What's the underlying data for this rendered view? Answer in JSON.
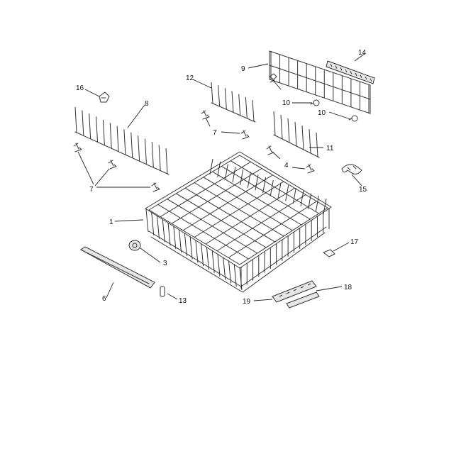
{
  "diagram": {
    "callouts": [
      {
        "id": "c1",
        "text": "1"
      },
      {
        "id": "c3",
        "text": "3"
      },
      {
        "id": "c4",
        "text": "4"
      },
      {
        "id": "c6",
        "text": "6"
      },
      {
        "id": "c7a",
        "text": "7"
      },
      {
        "id": "c7b",
        "text": "7"
      },
      {
        "id": "c8",
        "text": "8"
      },
      {
        "id": "c9",
        "text": "9"
      },
      {
        "id": "c10a",
        "text": "10"
      },
      {
        "id": "c10b",
        "text": "10"
      },
      {
        "id": "c11",
        "text": "11"
      },
      {
        "id": "c12",
        "text": "12"
      },
      {
        "id": "c13",
        "text": "13"
      },
      {
        "id": "c14",
        "text": "14"
      },
      {
        "id": "c15",
        "text": "15"
      },
      {
        "id": "c16",
        "text": "16"
      },
      {
        "id": "c17",
        "text": "17"
      },
      {
        "id": "c18",
        "text": "18"
      },
      {
        "id": "c19",
        "text": "19"
      }
    ]
  }
}
